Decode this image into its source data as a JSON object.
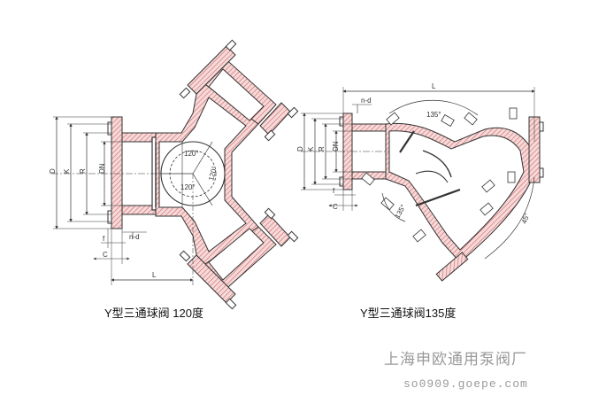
{
  "captions": {
    "left": "Y型三通球阀 120度",
    "right": "Y型三通球阀135度"
  },
  "watermark": {
    "company": "上海申欧通用泵阀厂",
    "site": "so0909.goepe.com"
  },
  "left_diagram": {
    "dims": {
      "D": "D",
      "K": "K",
      "R": "R",
      "DN": "DN",
      "f": "f",
      "C": "C",
      "nd": "n-d",
      "L": "L",
      "angle1": "120°",
      "angle2": "120°",
      "angle3": "120°"
    }
  },
  "right_diagram": {
    "dims": {
      "D": "D",
      "K": "K",
      "R": "R",
      "DN": "DN",
      "f": "f",
      "C": "C",
      "nd": "n-d",
      "L": "L",
      "angle1": "135°",
      "angle2": "135°",
      "angle3": "45°"
    }
  },
  "colors": {
    "line": "#333333",
    "hatch": "#d26a6a",
    "body_fill": "#f1f1f1",
    "watermark": "#9a9a9a"
  }
}
